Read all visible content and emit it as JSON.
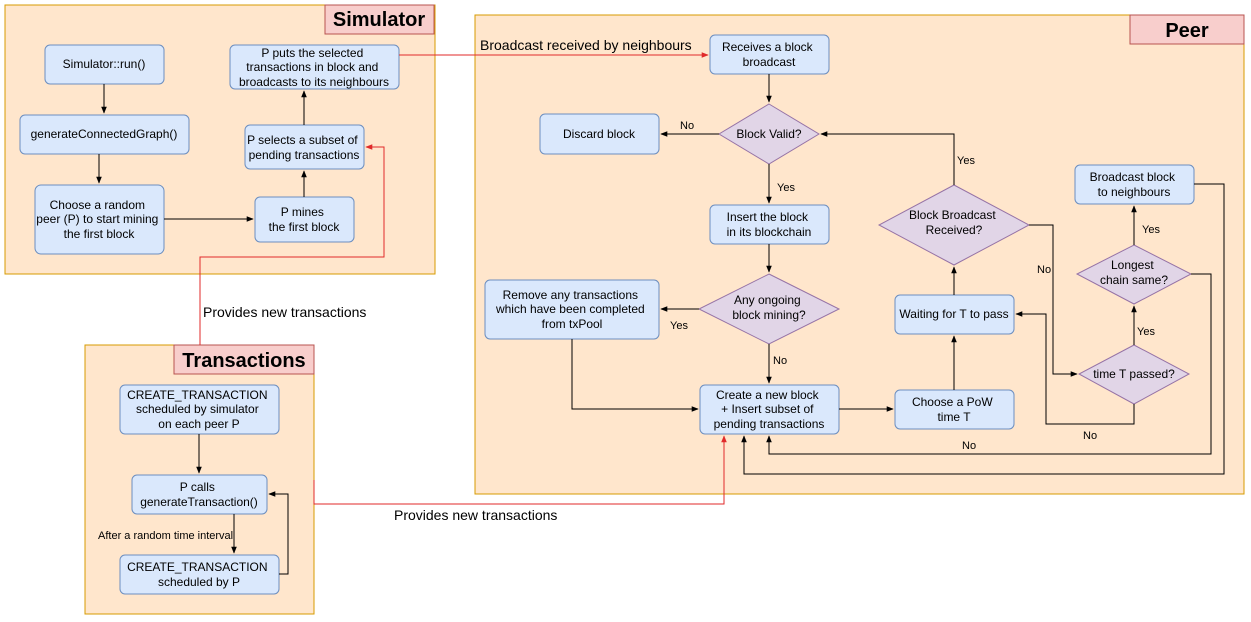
{
  "panels": {
    "simulator": "Simulator",
    "peer": "Peer",
    "transactions": "Transactions"
  },
  "simulator": {
    "run": "Simulator::run()",
    "graph": "generateConnectedGraph()",
    "choose": [
      "Choose a random",
      "peer (P) to start mining",
      "the first block"
    ],
    "mines": [
      "P mines",
      "the first block"
    ],
    "selects": [
      "P selects a subset of",
      "pending transactions"
    ],
    "puts": [
      "P puts the selected",
      "transactions in block and",
      "broadcasts to its neighbours"
    ]
  },
  "peer": {
    "receives": [
      "Receives a block",
      "broadcast"
    ],
    "block_valid": "Block Valid?",
    "discard": "Discard block",
    "insert": [
      "Insert the block",
      "in its blockchain"
    ],
    "ongoing": [
      "Any ongoing",
      "block mining?"
    ],
    "remove": [
      "Remove any transactions",
      "which have been completed",
      "from txPool"
    ],
    "create": [
      "Create a new block",
      "+ Insert subset of",
      "pending transactions"
    ],
    "pow": [
      "Choose a PoW",
      "time T"
    ],
    "waiting": "Waiting for T to pass",
    "broadcast_received": [
      "Block Broadcast",
      "Received?"
    ],
    "time_passed": "time T passed?",
    "longest": [
      "Longest",
      "chain same?"
    ],
    "broadcast_block": [
      "Broadcast block",
      "to neighbours"
    ]
  },
  "transactions": {
    "create_sim": [
      "CREATE_TRANSACTION",
      "scheduled by simulator",
      "on each peer P"
    ],
    "calls": [
      "P calls",
      "generateTransaction()"
    ],
    "create_p": [
      "CREATE_TRANSACTION",
      "scheduled by P"
    ]
  },
  "labels": {
    "broadcast_received_by_neighbours": "Broadcast received by neighbours",
    "provides_top": "Provides new transactions",
    "provides_bottom": "Provides new transactions",
    "random_interval": "After a random time interval",
    "no_discard": "No",
    "yes_valid": "Yes",
    "yes_remove": "Yes",
    "no_ongoing": "No",
    "yes_received": "Yes",
    "no_received": "No",
    "yes_time": "Yes",
    "no_time": "No",
    "yes_longest": "Yes",
    "no_longest": "No"
  },
  "colors": {
    "panel_fill": "#ffe6cc",
    "panel_stroke": "#d79b00",
    "title_fill": "#f8cecc",
    "box_fill": "#dae8fc",
    "box_stroke": "#6c8ebf",
    "diamond_fill": "#e1d5e7",
    "diamond_stroke": "#9673a6",
    "red_edge": "#e02a2a"
  }
}
